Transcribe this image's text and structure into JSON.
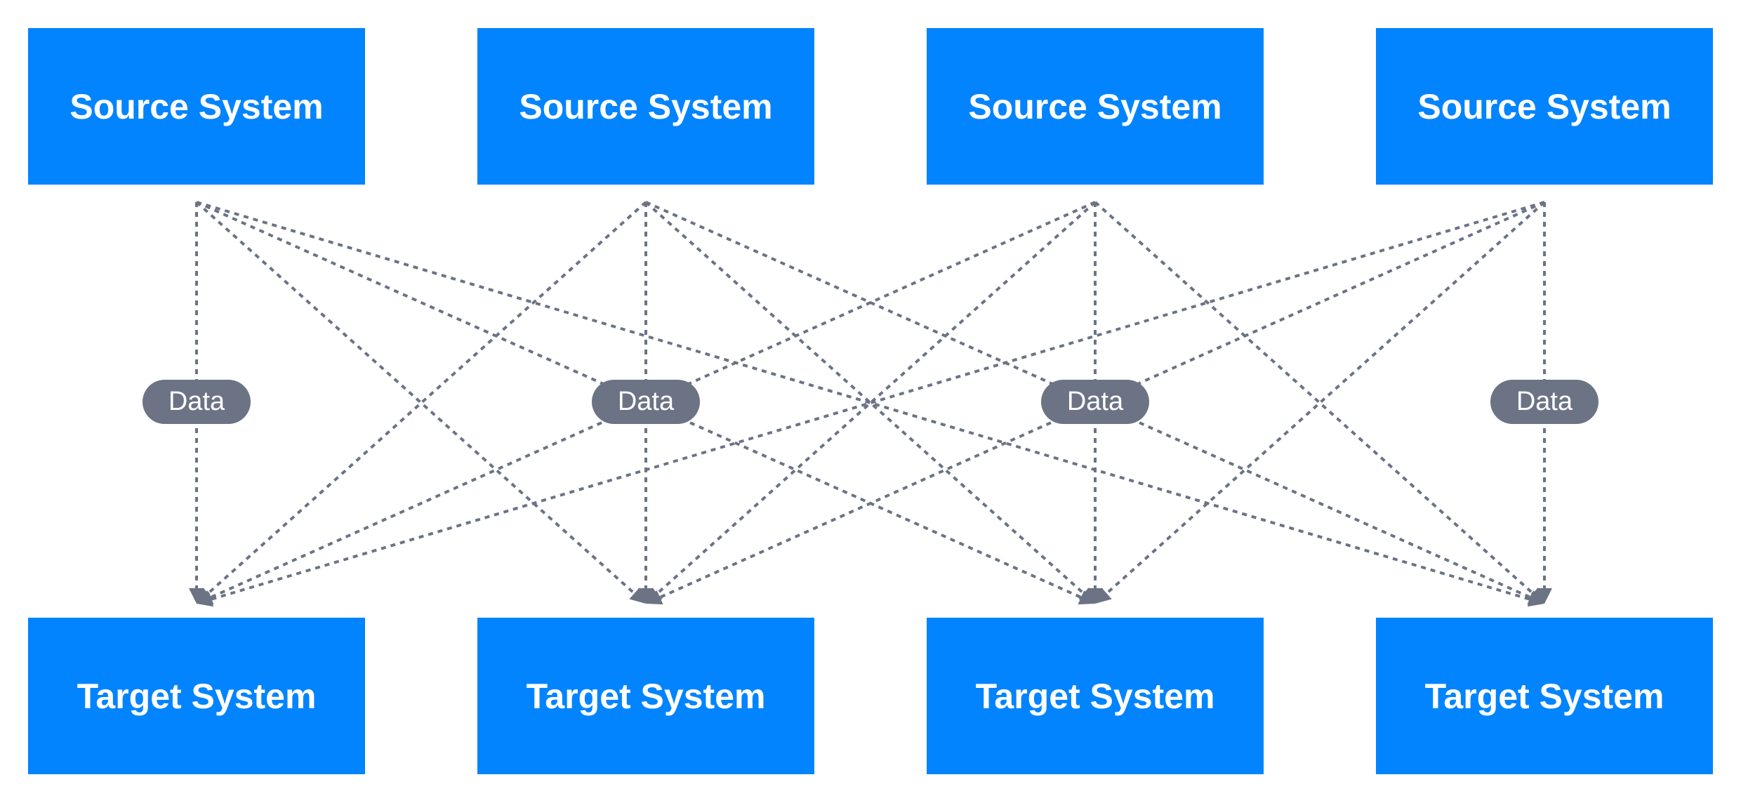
{
  "diagram": {
    "source_label": "Source System",
    "target_label": "Target System",
    "edge_label": "Data",
    "sources": [
      "Source System",
      "Source System",
      "Source System",
      "Source System"
    ],
    "targets": [
      "Target System",
      "Target System",
      "Target System",
      "Target System"
    ],
    "connections": [
      {
        "from": 0,
        "to": 0
      },
      {
        "from": 0,
        "to": 1
      },
      {
        "from": 0,
        "to": 2
      },
      {
        "from": 0,
        "to": 3
      },
      {
        "from": 1,
        "to": 0
      },
      {
        "from": 1,
        "to": 1
      },
      {
        "from": 1,
        "to": 2
      },
      {
        "from": 1,
        "to": 3
      },
      {
        "from": 2,
        "to": 0
      },
      {
        "from": 2,
        "to": 1
      },
      {
        "from": 2,
        "to": 2
      },
      {
        "from": 2,
        "to": 3
      },
      {
        "from": 3,
        "to": 0
      },
      {
        "from": 3,
        "to": 1
      },
      {
        "from": 3,
        "to": 2
      },
      {
        "from": 3,
        "to": 3
      }
    ],
    "colors": {
      "box": "#0284fe",
      "box_text": "#ffffff",
      "line": "#6b7385",
      "pill": "#6b7385",
      "pill_text": "#ffffff"
    }
  }
}
